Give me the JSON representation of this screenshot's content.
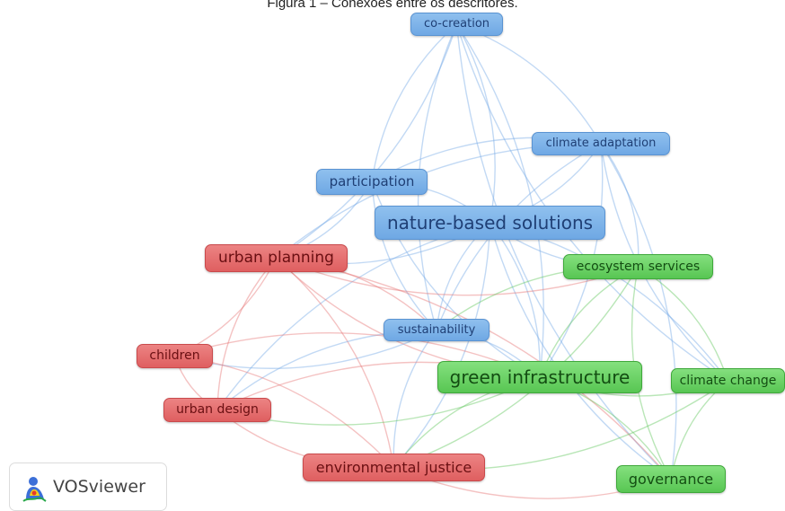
{
  "caption": "Figura 1 – Conexões entre os descritores.",
  "brand": {
    "name": "VOSviewer",
    "logo_icon": "vosviewer-logo-icon"
  },
  "colors": {
    "blue_cluster": "#6fa8e4",
    "red_cluster": "#df5f60",
    "green_cluster": "#58c653"
  },
  "nodes": {
    "co_creation": "co-creation",
    "climate_adaptation": "climate adaptation",
    "participation": "participation",
    "nature_based_solutions": "nature-based solutions",
    "urban_planning": "urban planning",
    "ecosystem_services": "ecosystem services",
    "sustainability": "sustainability",
    "children": "children",
    "green_infrastructure": "green infrastructure",
    "climate_change": "climate change",
    "urban_design": "urban design",
    "environmental_justice": "environmental justice",
    "governance": "governance"
  }
}
